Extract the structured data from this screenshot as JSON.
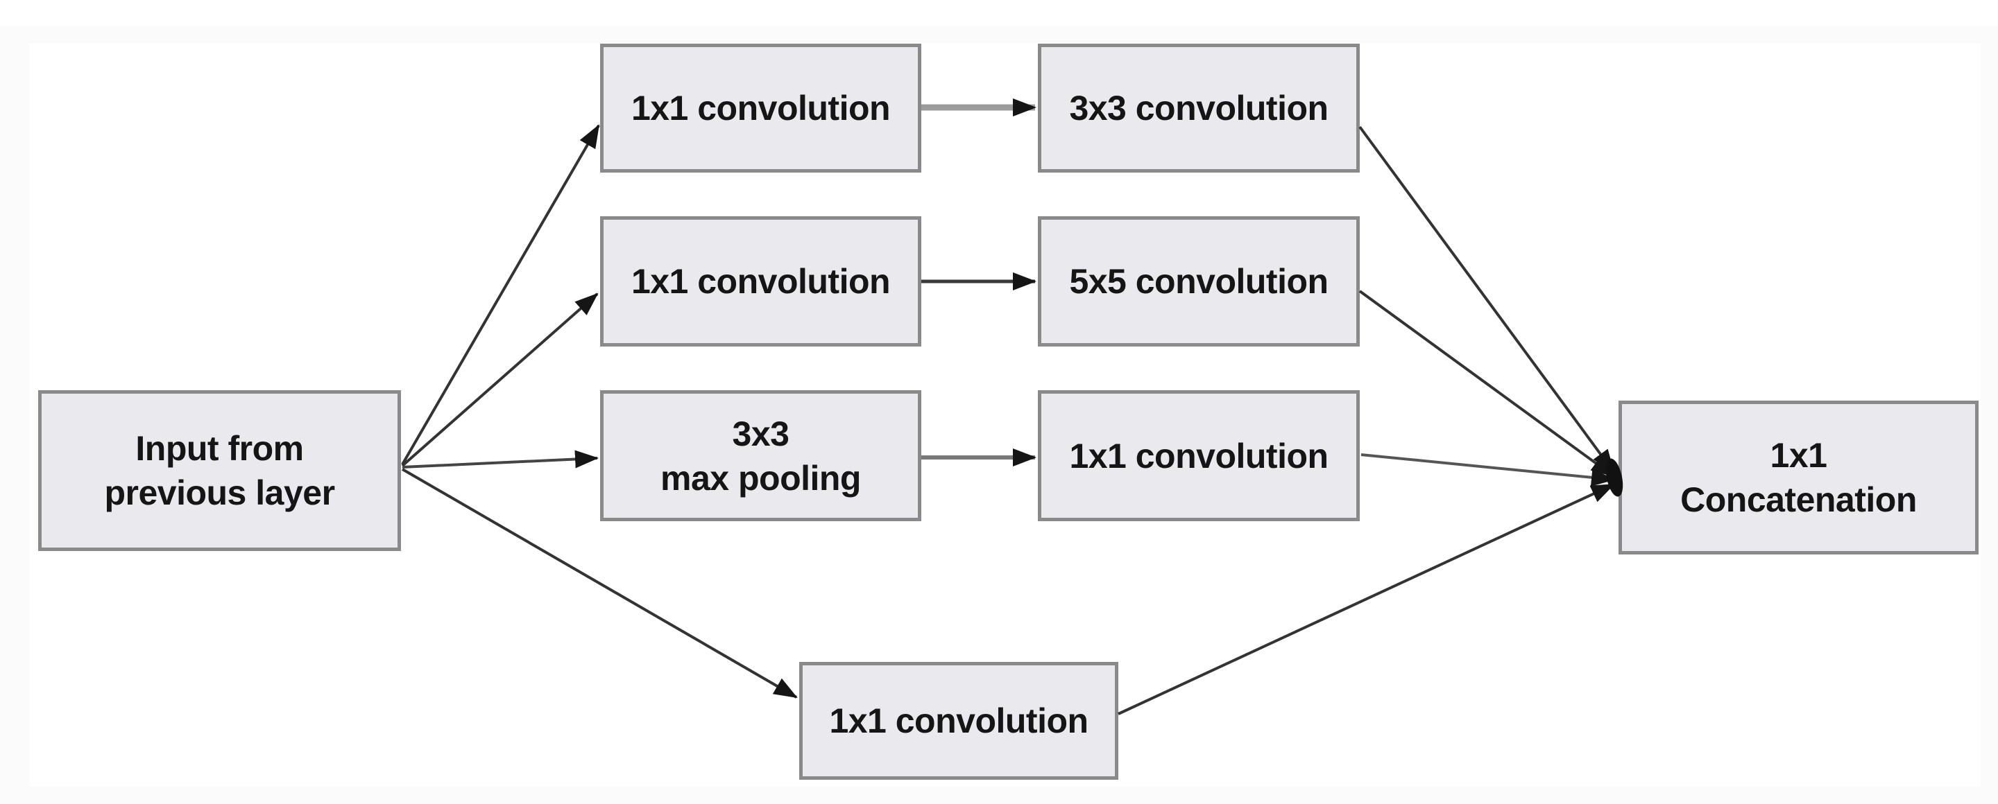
{
  "figure_kind": "inception-module-block-diagram",
  "theme": {
    "page_bg": "#fbfbfb",
    "figure_bg": "#ffffff",
    "box_fill": "#eae9ee",
    "box_border": "#8a8a8a",
    "text_color": "#151515",
    "arrow_color": "#333333",
    "arrow_gray": "#9c9c9c"
  },
  "diagram": {
    "nodes": {
      "input": {
        "line1": "Input from",
        "line2": "previous layer"
      },
      "conv1a": {
        "line1": "1x1 convolution"
      },
      "conv3x3": {
        "line1": "3x3 convolution"
      },
      "conv1b": {
        "line1": "1x1 convolution"
      },
      "conv5x5": {
        "line1": "5x5 convolution"
      },
      "maxpool": {
        "line1": "3x3",
        "line2": "max pooling"
      },
      "conv1c": {
        "line1": "1x1 convolution"
      },
      "conv1d": {
        "line1": "1x1 convolution"
      },
      "concat": {
        "line1": "1x1",
        "line2": "Concatenation"
      }
    },
    "edges": [
      {
        "from": "input",
        "to": "conv1a"
      },
      {
        "from": "input",
        "to": "conv1b"
      },
      {
        "from": "input",
        "to": "maxpool"
      },
      {
        "from": "input",
        "to": "conv1d"
      },
      {
        "from": "conv1a",
        "to": "conv3x3"
      },
      {
        "from": "conv1b",
        "to": "conv5x5"
      },
      {
        "from": "maxpool",
        "to": "conv1c"
      },
      {
        "from": "conv3x3",
        "to": "concat"
      },
      {
        "from": "conv5x5",
        "to": "concat"
      },
      {
        "from": "conv1c",
        "to": "concat"
      },
      {
        "from": "conv1d",
        "to": "concat"
      }
    ]
  }
}
